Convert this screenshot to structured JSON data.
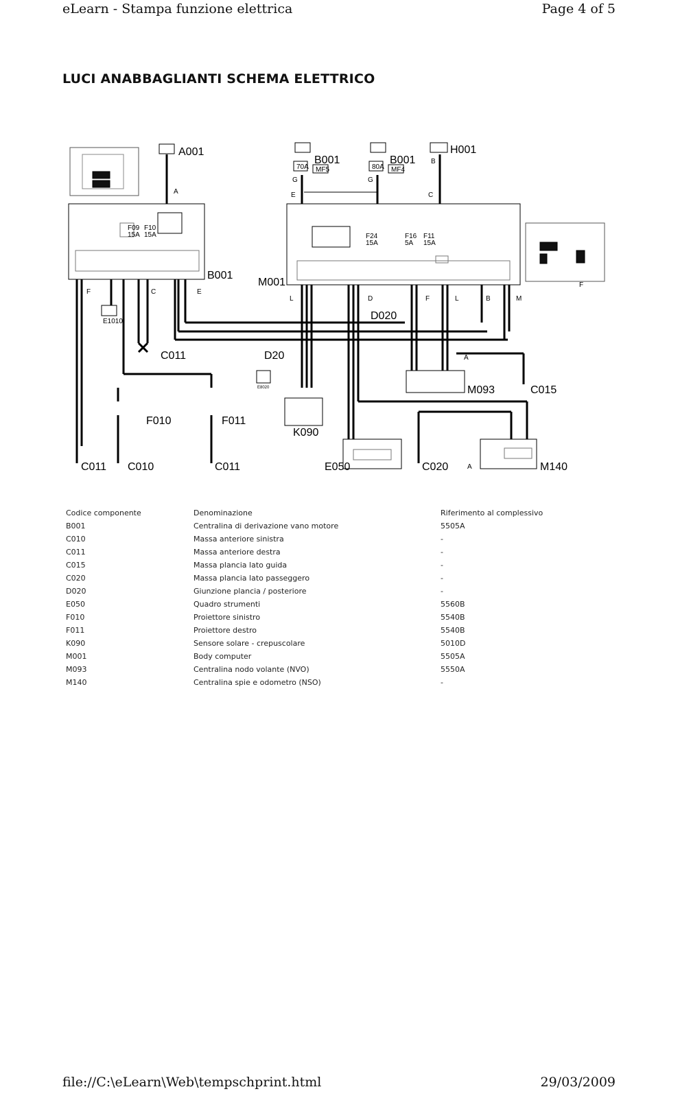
{
  "header": {
    "left": "eLearn - Stampa funzione elettrica",
    "right": "Page 4 of 5"
  },
  "title": "LUCI ANABBAGLIANTI SCHEMA ELETTRICO",
  "diagram": {
    "A001": "A001",
    "B001": "B001",
    "H001": "H001",
    "M001": "M001",
    "D020": "D020",
    "D20": "D20",
    "C011": "C011",
    "C010": "C010",
    "C015": "C015",
    "C020": "C020",
    "F010": "F010",
    "F011": "F011",
    "K090": "K090",
    "E050": "E050",
    "M093": "M093",
    "M140": "M140",
    "E1010": "E1010",
    "E8020": "E8020",
    "fuse_70a": "70A",
    "fuse_80a": "80A",
    "mf5": "MF5",
    "mf4": "MF4",
    "f09": "F09",
    "f09_a": "15A",
    "f10": "F10",
    "f10_a": "15A",
    "f24": "F24",
    "f24_a": "15A",
    "f16": "F16",
    "f16_a": "5A",
    "f11": "F11",
    "f11_a": "15A",
    "L": "L",
    "D": "D",
    "F": "F",
    "B": "B",
    "M": "M",
    "A": "A",
    "C": "C",
    "E": "E",
    "G": "G"
  },
  "table": {
    "headers": [
      "Codice componente",
      "Denominazione",
      "Riferimento al complessivo"
    ],
    "rows": [
      [
        "B001",
        "Centralina di derivazione vano motore",
        "5505A"
      ],
      [
        "C010",
        "Massa anteriore sinistra",
        "-"
      ],
      [
        "C011",
        "Massa anteriore destra",
        "-"
      ],
      [
        "C015",
        "Massa plancia lato guida",
        "-"
      ],
      [
        "C020",
        "Massa plancia lato passeggero",
        "-"
      ],
      [
        "D020",
        "Giunzione plancia / posteriore",
        "-"
      ],
      [
        "E050",
        "Quadro strumenti",
        "5560B"
      ],
      [
        "F010",
        "Proiettore sinistro",
        "5540B"
      ],
      [
        "F011",
        "Proiettore destro",
        "5540B"
      ],
      [
        "K090",
        "Sensore solare - crepuscolare",
        "5010D"
      ],
      [
        "M001",
        "Body computer",
        "5505A"
      ],
      [
        "M093",
        "Centralina nodo volante (NVO)",
        "5550A"
      ],
      [
        "M140",
        "Centralina spie e odometro (NSO)",
        "-"
      ]
    ]
  },
  "footer": {
    "left": "file://C:\\eLearn\\Web\\tempschprint.html",
    "right": "29/03/2009"
  }
}
